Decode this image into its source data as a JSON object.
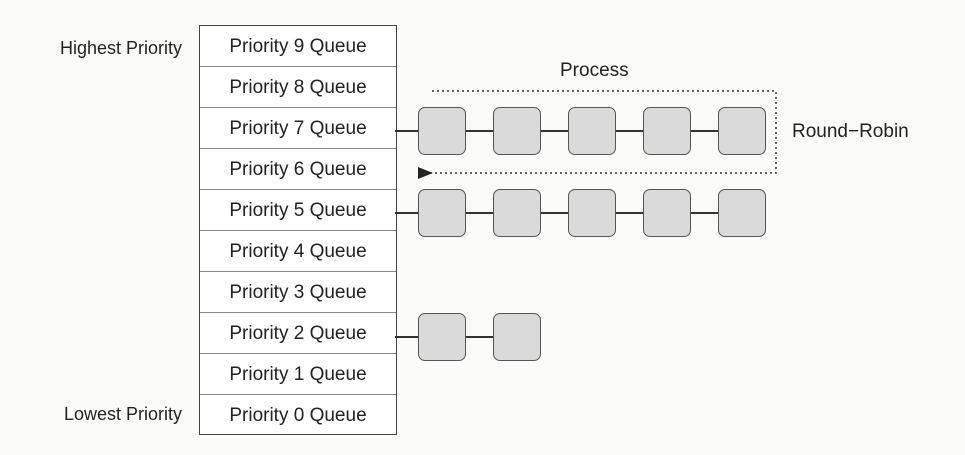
{
  "labels": {
    "highest": "Highest Priority",
    "lowest": "Lowest Priority",
    "process": "Process",
    "round_robin": "Round−Robin"
  },
  "queues": [
    "Priority 9 Queue",
    "Priority 8 Queue",
    "Priority 7 Queue",
    "Priority 6 Queue",
    "Priority 5 Queue",
    "Priority 4 Queue",
    "Priority 3 Queue",
    "Priority 2 Queue",
    "Priority 1 Queue",
    "Priority 0 Queue"
  ],
  "process_counts": {
    "Priority 7 Queue": 5,
    "Priority 5 Queue": 5,
    "Priority 2 Queue": 2
  }
}
